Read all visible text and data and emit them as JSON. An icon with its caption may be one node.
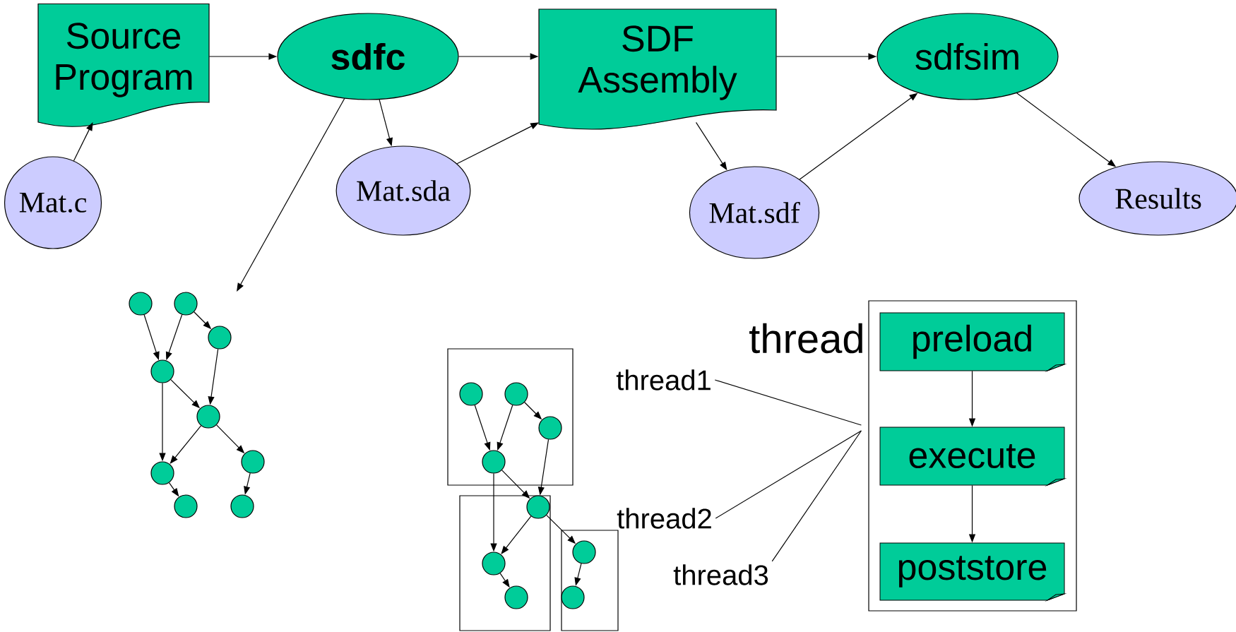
{
  "diagram": {
    "nodes": [
      {
        "text": [
          "Source Program"
        ]
      },
      {
        "text": [
          "sdfc"
        ]
      },
      {
        "text": [
          "SDF Assembly"
        ]
      },
      {
        "text": [
          "sdfsim"
        ]
      },
      {
        "text": [
          "Mat.c"
        ]
      },
      {
        "text": [
          "Mat.sda"
        ]
      },
      {
        "text": [
          "Mat.sdf"
        ]
      },
      {
        "text": [
          "Results"
        ]
      },
      {
        "text": [],
        "shape": "circle"
      },
      {
        "text": [],
        "shape": "circle"
      },
      {
        "text": [],
        "shape": "circle"
      },
      {
        "text": [],
        "shape": "circle"
      },
      {
        "text": [],
        "shape": "circle"
      },
      {
        "text": [],
        "shape": "circle"
      },
      {
        "text": [],
        "shape": "circle"
      },
      {
        "text": [],
        "shape": "circle"
      },
      {
        "text": [],
        "shape": "circle"
      },
      {
        "text": [
          "thread"
        ]
      },
      {
        "text": [
          "preload"
        ],
        "in": 17
      },
      {
        "text": [
          "execute"
        ],
        "in": 17
      },
      {
        "text": [
          "poststore"
        ],
        "in": 17
      },
      {
        "text": [
          "thread1"
        ]
      },
      {
        "text": [
          "thread2"
        ]
      },
      {
        "text": [
          "thread3"
        ]
      },
      {
        "text": [],
        "shape": "box"
      },
      {
        "text": [],
        "shape": "box"
      },
      {
        "text": [],
        "shape": "box"
      },
      {
        "text": [],
        "shape": "circle",
        "in": 24
      },
      {
        "text": [],
        "shape": "circle",
        "in": 24
      },
      {
        "text": [],
        "shape": "circle",
        "in": 24
      },
      {
        "text": [],
        "shape": "circle",
        "in": 24
      },
      {
        "text": [],
        "shape": "circle",
        "in": 25
      },
      {
        "text": [],
        "shape": "circle",
        "in": 25
      },
      {
        "text": [],
        "shape": "circle",
        "in": 26
      },
      {
        "text": [],
        "shape": "circle",
        "in": 25
      },
      {
        "text": [],
        "shape": "circle",
        "in": 26
      }
    ],
    "edges": [
      {
        "from": 4,
        "to": 0,
        "arrow": "to"
      },
      {
        "from": 0,
        "to": 1,
        "arrow": "to"
      },
      {
        "from": 1,
        "to": 2,
        "arrow": "to"
      },
      {
        "from": 1,
        "to": 5,
        "arrow": "to"
      },
      {
        "from": 5,
        "to": 2,
        "arrow": "to"
      },
      {
        "from": 2,
        "to": 6,
        "arrow": "to"
      },
      {
        "from": 6,
        "to": 3,
        "arrow": "to"
      },
      {
        "from": 2,
        "to": 3,
        "arrow": "to"
      },
      {
        "from": 3,
        "to": 7,
        "arrow": "to"
      },
      {
        "from": 1,
        "to": null,
        "arrow": "to"
      },
      {
        "from": 8,
        "to": 11,
        "arrow": "to"
      },
      {
        "from": 9,
        "to": 11,
        "arrow": "to"
      },
      {
        "from": 9,
        "to": 10,
        "arrow": "to"
      },
      {
        "from": 10,
        "to": 12,
        "arrow": "to"
      },
      {
        "from": 11,
        "to": 12,
        "arrow": "to"
      },
      {
        "from": 11,
        "to": 13,
        "arrow": "to"
      },
      {
        "from": 12,
        "to": 13,
        "arrow": "to"
      },
      {
        "from": 12,
        "to": 14,
        "arrow": "to"
      },
      {
        "from": 13,
        "to": 15,
        "arrow": "to"
      },
      {
        "from": 14,
        "to": 16,
        "arrow": "to"
      },
      {
        "from": 27,
        "to": 30,
        "arrow": "to"
      },
      {
        "from": 28,
        "to": 30,
        "arrow": "to"
      },
      {
        "from": 28,
        "to": 29,
        "arrow": "to"
      },
      {
        "from": 29,
        "to": 31,
        "arrow": "to"
      },
      {
        "from": 30,
        "to": 31,
        "arrow": "to"
      },
      {
        "from": 30,
        "to": 32,
        "arrow": "to"
      },
      {
        "from": 31,
        "to": 32,
        "arrow": "to"
      },
      {
        "from": 31,
        "to": 33,
        "arrow": "to"
      },
      {
        "from": 32,
        "to": 34,
        "arrow": "to"
      },
      {
        "from": 33,
        "to": 35,
        "arrow": "to"
      },
      {
        "from": 18,
        "to": 19,
        "arrow": "to"
      },
      {
        "from": 19,
        "to": 20,
        "arrow": "to"
      },
      {
        "from": 21,
        "to": 17,
        "arrow": "none"
      },
      {
        "from": 22,
        "to": 17,
        "arrow": "none"
      },
      {
        "from": 23,
        "to": 17,
        "arrow": "none"
      }
    ]
  }
}
